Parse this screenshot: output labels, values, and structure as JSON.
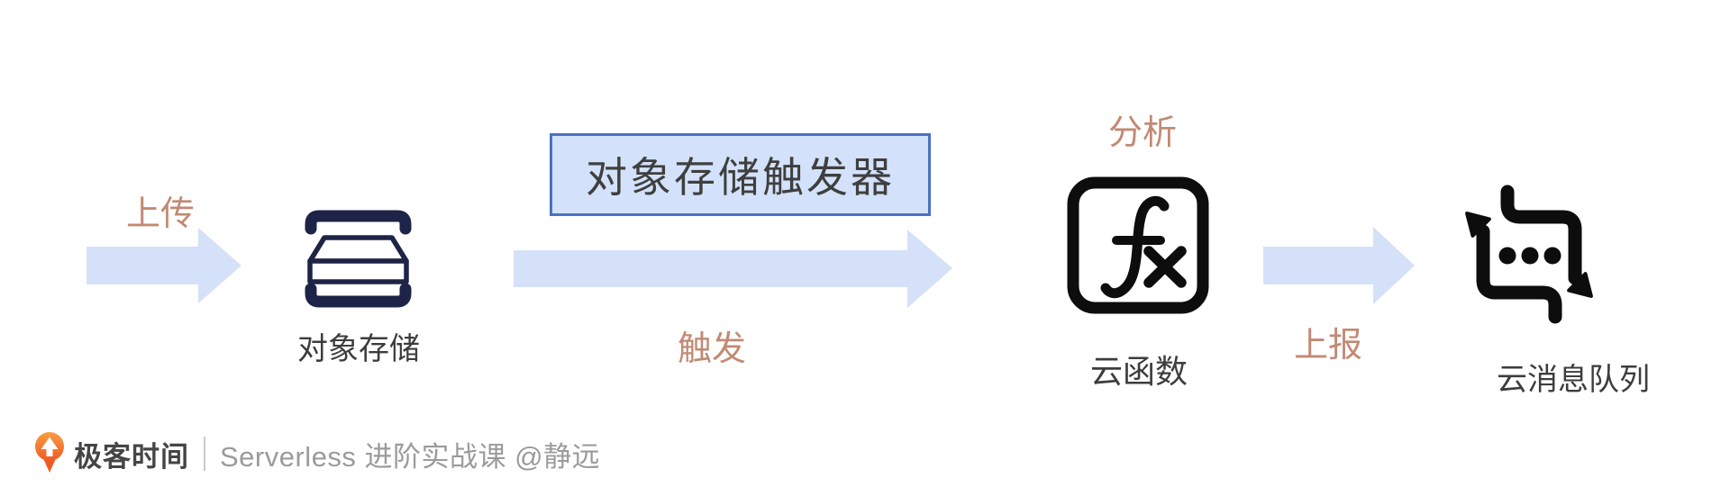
{
  "diagram": {
    "trigger_box": {
      "label": "对象存储触发器"
    },
    "edges": [
      {
        "label": "上传"
      },
      {
        "label": "触发"
      },
      {
        "label": "上报"
      }
    ],
    "annotation": {
      "label": "分析"
    },
    "nodes": [
      {
        "id": "object-storage",
        "label": "对象存储",
        "icon": "object-storage-icon"
      },
      {
        "id": "cloud-function",
        "label": "云函数",
        "icon": "function-fx-icon"
      },
      {
        "id": "message-queue",
        "label": "云消息队列",
        "icon": "message-queue-icon"
      }
    ]
  },
  "footer": {
    "brand": "极客时间",
    "course": "Serverless 进阶实战课 @静远"
  },
  "colors": {
    "arrow_blue": "#d4e1f8",
    "trigger_box_fill": "#d3e2fa",
    "trigger_box_border": "#4a72c2",
    "edge_label_salmon": "#c28a74",
    "storage_icon_navy": "#1e2447",
    "icon_black": "#0d0d0d",
    "node_label_gray": "#3d3d3d",
    "brand_orange": "#ef5a23",
    "footer_text_gray": "#9b9b9b"
  }
}
